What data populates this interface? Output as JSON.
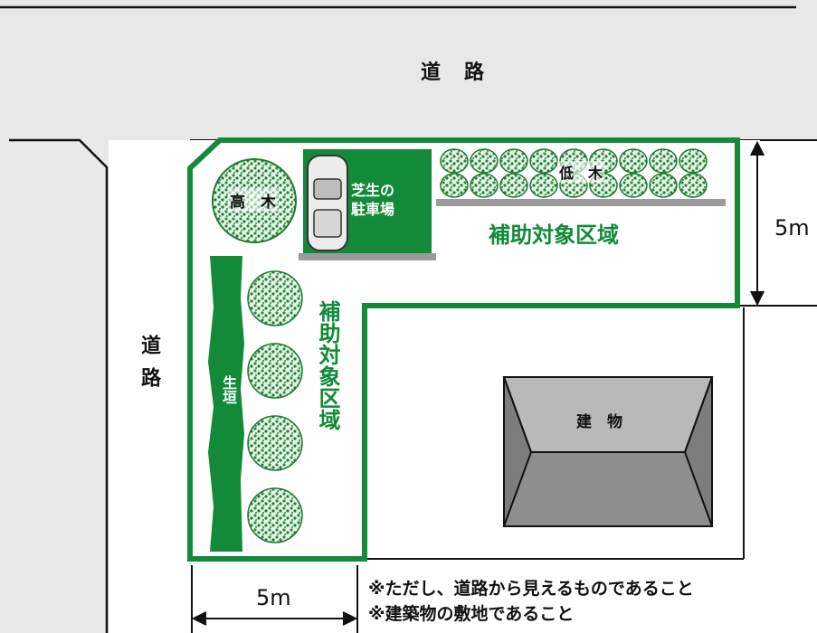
{
  "roads": {
    "top": "道　路",
    "left": "道路"
  },
  "zone": {
    "horizontal_label": "補助対象区域",
    "vertical_label": "補助対象区域"
  },
  "elements": {
    "tall_tree": "高　木",
    "parking": "芝生の\n駐車場",
    "low_trees": "低　木",
    "hedge": "生垣",
    "building": "建　物"
  },
  "dimensions": {
    "depth": "5m",
    "width": "5m"
  },
  "notes": [
    "※ただし、道路から見えるものであること",
    "※建築物の敷地であること"
  ],
  "colors": {
    "zone_green": "#138a3a",
    "road_gray": "#e7e8e8",
    "building_gray": "#8e8e8e",
    "foliage": "#2e8b40"
  }
}
